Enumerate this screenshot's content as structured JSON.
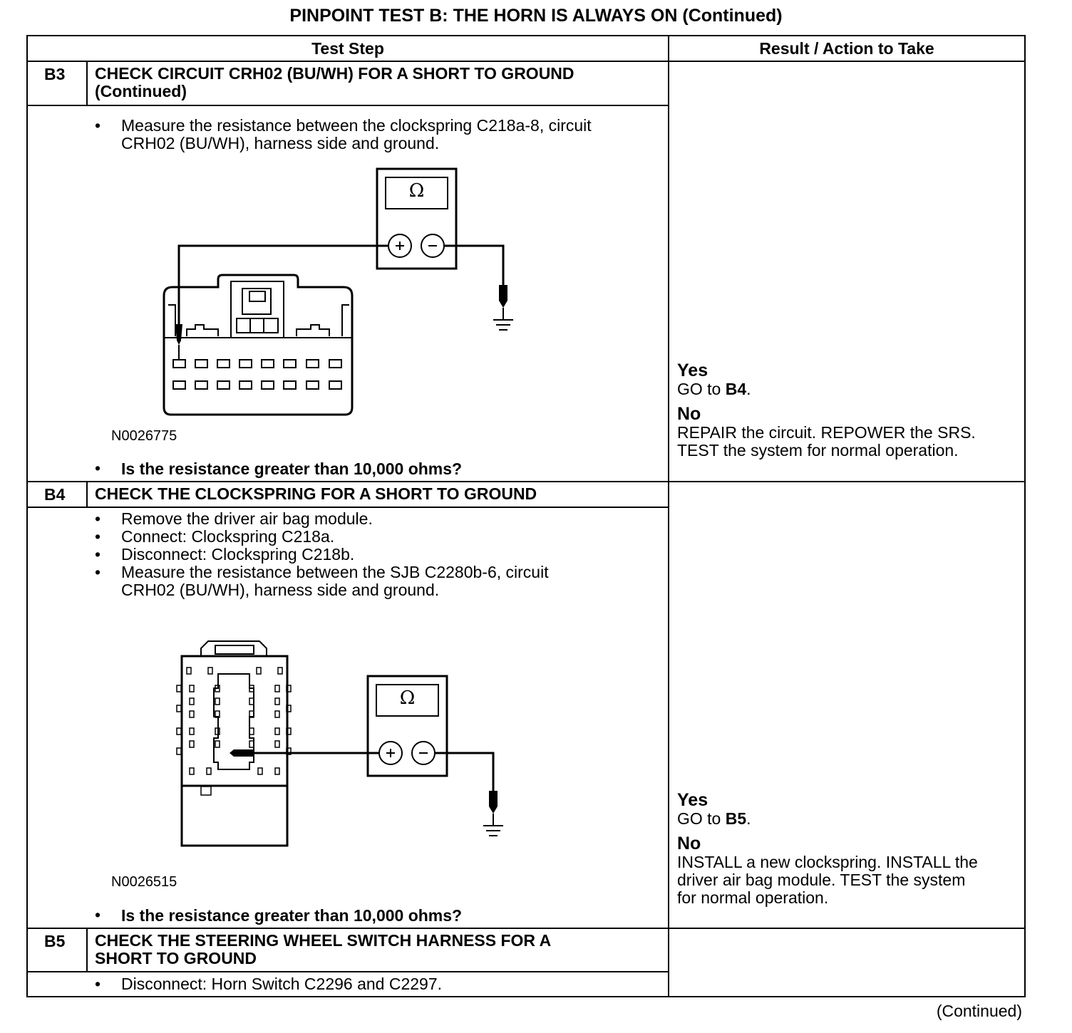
{
  "title": "PINPOINT TEST  B: THE HORN IS ALWAYS ON (Continued)",
  "headers": {
    "test_step": "Test Step",
    "result": "Result / Action to Take"
  },
  "steps": [
    {
      "id": "B3",
      "title_line1": "CHECK CIRCUIT CRH02 (BU/WH) FOR A SHORT TO GROUND",
      "title_line2": "(Continued)",
      "bullets": [
        {
          "line1": "Measure the resistance between the clockspring C218a-8, circuit",
          "line2": "CRH02 (BU/WH), harness side and ground."
        }
      ],
      "figure_code": "N0026775",
      "meter_symbol": "Ω",
      "question": "Is the resistance greater than 10,000 ohms?",
      "yes_label": "Yes",
      "yes_action_prefix": "GO to ",
      "yes_action_target": "B4",
      "yes_action_suffix": ".",
      "no_label": "No",
      "no_lines": [
        "REPAIR the circuit. REPOWER the SRS.",
        "TEST the system for normal operation."
      ]
    },
    {
      "id": "B4",
      "title_line1": "CHECK THE CLOCKSPRING FOR A SHORT TO GROUND",
      "bullets": [
        {
          "line1": "Remove the driver air bag module."
        },
        {
          "line1": "Connect: Clockspring C218a."
        },
        {
          "line1": "Disconnect: Clockspring C218b."
        },
        {
          "line1": "Measure the resistance between the SJB C2280b-6, circuit",
          "line2": "CRH02 (BU/WH), harness side and ground."
        }
      ],
      "figure_code": "N0026515",
      "meter_symbol": "Ω",
      "question": "Is the resistance greater than 10,000 ohms?",
      "yes_label": "Yes",
      "yes_action_prefix": "GO to ",
      "yes_action_target": "B5",
      "yes_action_suffix": ".",
      "no_label": "No",
      "no_lines": [
        "INSTALL a new clockspring. INSTALL the",
        "driver air bag module. TEST the system",
        "for normal operation."
      ]
    },
    {
      "id": "B5",
      "title_line1": "CHECK THE STEERING WHEEL SWITCH HARNESS FOR A",
      "title_line2": "SHORT TO GROUND",
      "bullets": [
        {
          "line1": "Disconnect: Horn Switch C2296 and C2297."
        }
      ]
    }
  ],
  "bullet_char": "•",
  "footer": "(Continued)"
}
